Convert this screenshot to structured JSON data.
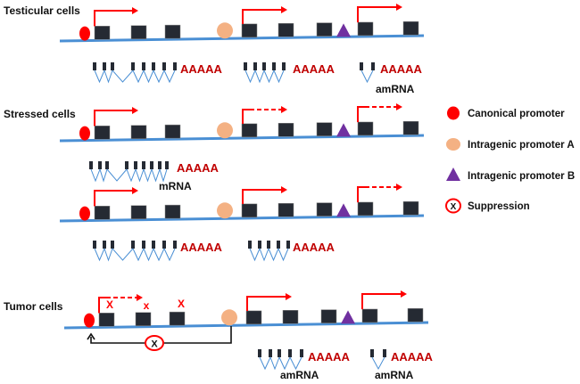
{
  "rows": [
    {
      "label": "Testicular cells",
      "arrows": [
        "solid",
        "solid",
        "solid"
      ]
    },
    {
      "label": "Stressed cells",
      "arrows": [
        "solid",
        "dashed",
        "dashed"
      ]
    },
    {
      "label": "",
      "arrows": [
        "solid",
        "solid",
        "dashed"
      ]
    },
    {
      "label": "Tumor cells",
      "arrows": [
        "dashed",
        "solid",
        "solid"
      ]
    }
  ],
  "polyA": "AAAAA",
  "mrna_label": "mRNA",
  "amrna_label": "amRNA",
  "suppression_mark": "X",
  "x_mark": "X",
  "x_mark_small": "x",
  "legend": [
    {
      "label": "Canonical promoter",
      "icon": "red-circle"
    },
    {
      "label": "Intragenic promoter A",
      "icon": "orange-circle"
    },
    {
      "label": "Intragenic promoter B",
      "icon": "purple-triangle"
    },
    {
      "label": "Suppression",
      "icon": "circled-x"
    }
  ],
  "colors": {
    "dna": "#4a8fd4",
    "exon": "#252a33",
    "canonical": "#ff0000",
    "promoterA": "#f4b183",
    "promoterB": "#7030a0",
    "arrow": "#ff0000",
    "polyA": "#c00000",
    "intron": "#4a8fd4"
  }
}
